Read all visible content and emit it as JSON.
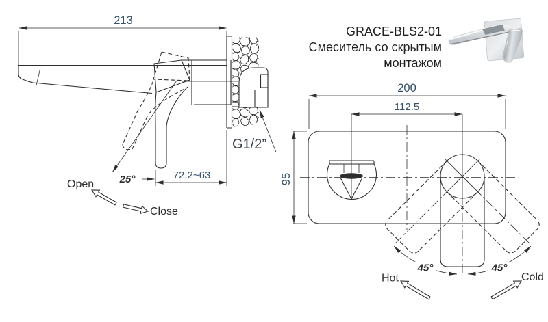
{
  "product": {
    "model": "GRACE-BLS2-01",
    "desc1": "Смеситель со скрытым",
    "desc2": "монтажом"
  },
  "side_view": {
    "dim_length": "213",
    "dim_depth": "72.2~63",
    "handle_angle": "25°",
    "thread": "G1/2”",
    "open": "Open",
    "close": "Close"
  },
  "front_view": {
    "dim_width": "200",
    "dim_offset": "112.5",
    "dim_height": "95",
    "angle_left": "45°",
    "angle_right": "45°",
    "hot": "Hot",
    "cold": "Cold"
  },
  "colors": {
    "line": "#2e2e30",
    "dimension_text": "#33506b",
    "label_text": "#2b2d2f"
  }
}
